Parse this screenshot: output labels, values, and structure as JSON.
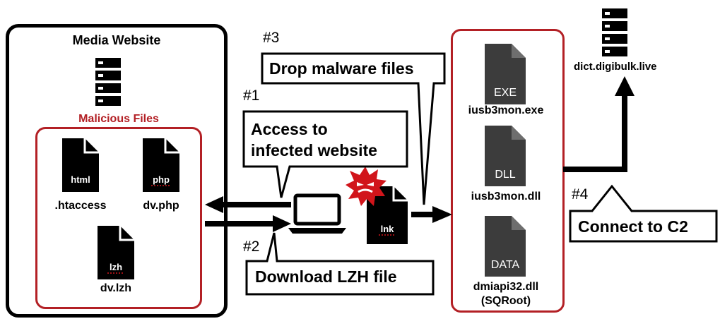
{
  "website": {
    "title": "Media Website",
    "malicious_label": "Malicious Files",
    "files": [
      {
        "name": ".htaccess",
        "type": "html"
      },
      {
        "name": "dv.php",
        "type": "php"
      },
      {
        "name": "dv.lzh",
        "type": "lzh"
      }
    ]
  },
  "steps": [
    {
      "num": "#1",
      "text": "Access to infected website"
    },
    {
      "num": "#2",
      "text": "Download LZH file"
    },
    {
      "num": "#3",
      "text": "Drop malware files"
    },
    {
      "num": "#4",
      "text": "Connect to C2"
    }
  ],
  "step1": {
    "line1": "Access to",
    "line2": "infected website"
  },
  "lnk_label": "lnk",
  "dropped": [
    {
      "name": "iusb3mon.exe",
      "type": "EXE"
    },
    {
      "name": "iusb3mon.dll",
      "type": "DLL"
    },
    {
      "name": "dmiapi32.dll",
      "sub": "(SQRoot)",
      "type": "DATA"
    }
  ],
  "c2": {
    "domain": "dict.digibulk.live"
  }
}
